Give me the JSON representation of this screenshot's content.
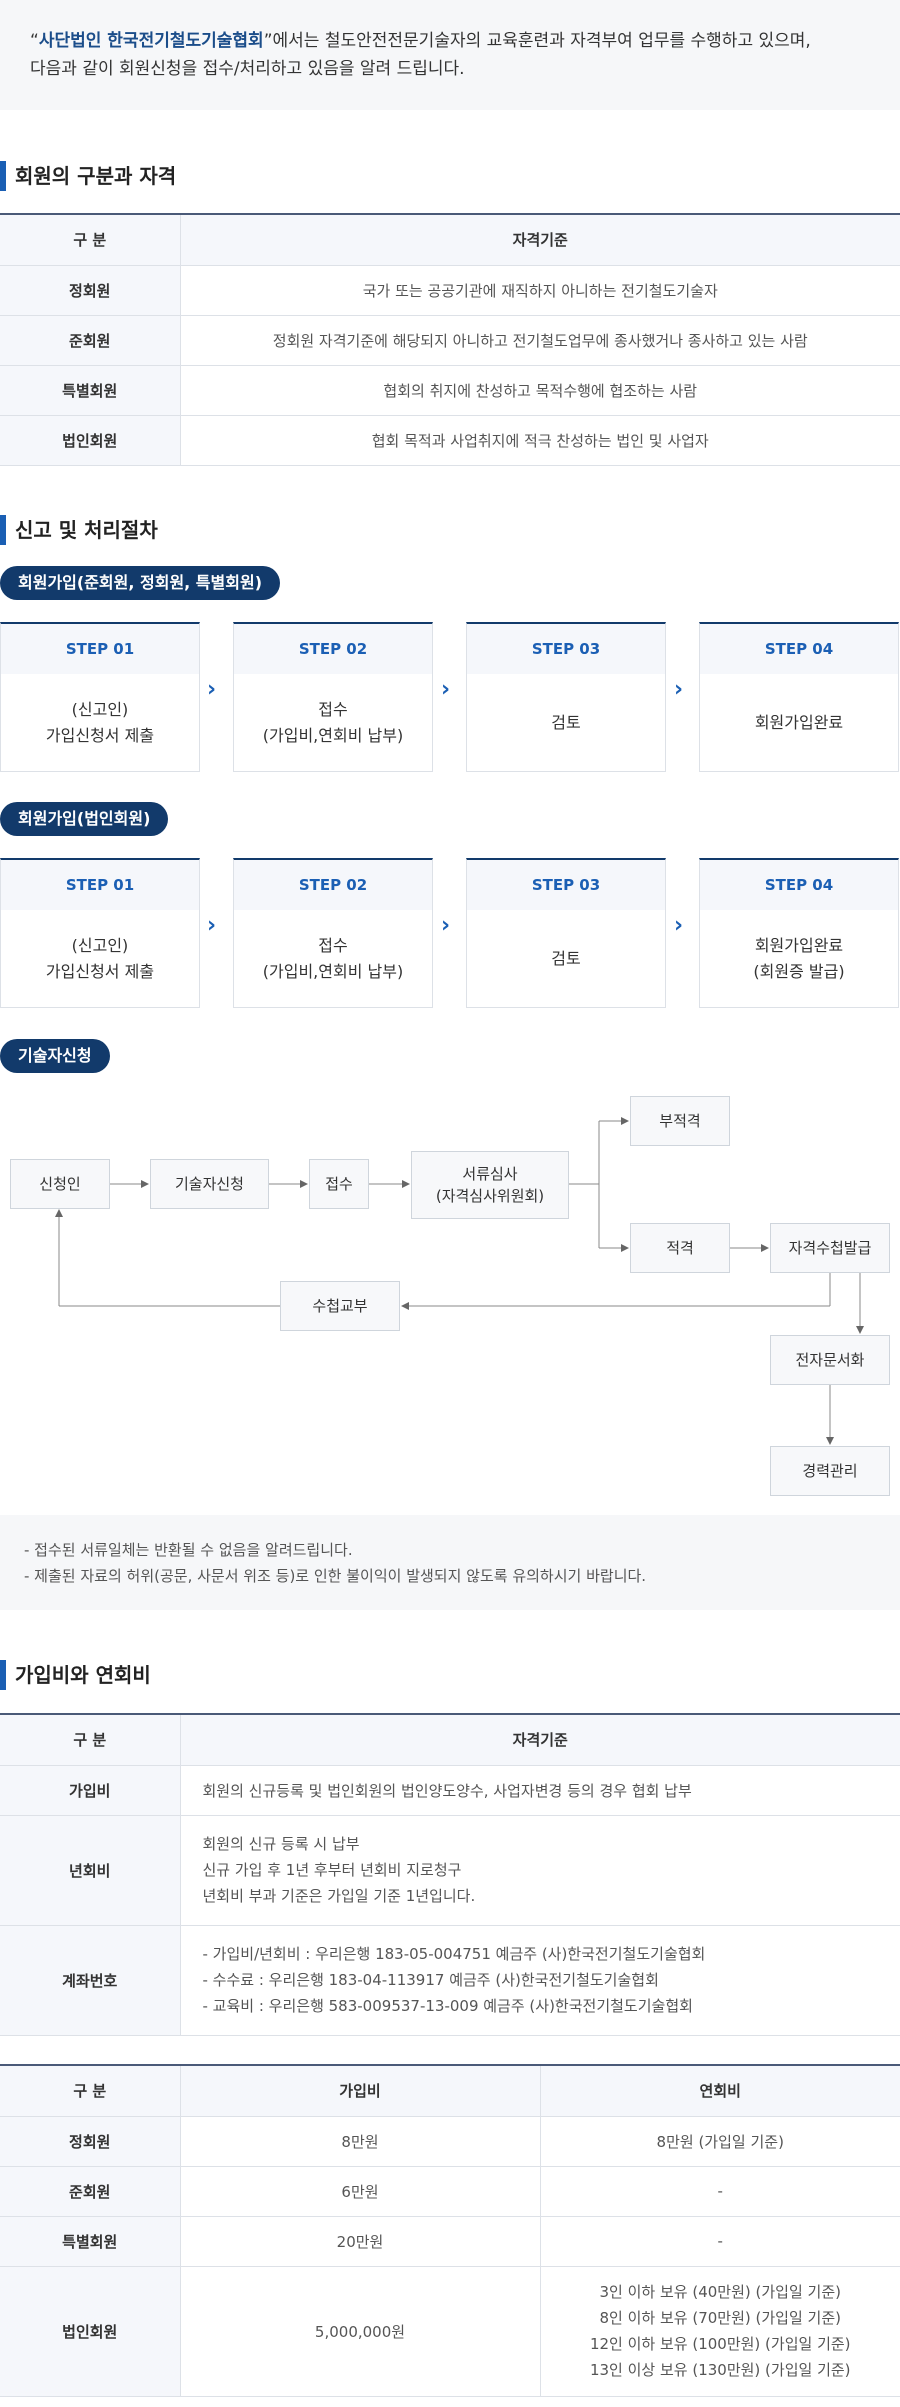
{
  "intro": {
    "quote_open": "“",
    "org": "사단법인 한국전기철도기술협회",
    "line1_rest": "”에서는 철도안전전문기술자의 교육훈련과 자격부여 업무를 수행하고 있으며,",
    "line2": "다음과 같이 회원신청을 접수/처리하고 있음을 알려 드립니다."
  },
  "membership": {
    "title": "회원의 구분과 자격",
    "headers": [
      "구 분",
      "자격기준"
    ],
    "rows": [
      {
        "type": "정회원",
        "criteria": "국가 또는 공공기관에 재직하지 아니하는 전기철도기술자"
      },
      {
        "type": "준회원",
        "criteria": "정회원 자격기준에 해당되지 아니하고 전기철도업무에 종사했거나 종사하고 있는 사람"
      },
      {
        "type": "특별회원",
        "criteria": "협회의 취지에 찬성하고 목적수행에 협조하는 사람"
      },
      {
        "type": "법인회원",
        "criteria": "협회 목적과 사업취지에 적극 찬성하는 법인 및 사업자"
      }
    ]
  },
  "procedure": {
    "title": "신고 및 처리절차",
    "group1": {
      "label": "회원가입(준회원, 정회원, 특별회원)",
      "steps": [
        {
          "head": "STEP 01",
          "body": "(신고인)\n가입신청서 제출"
        },
        {
          "head": "STEP 02",
          "body": "접수\n(가입비,연회비 납부)"
        },
        {
          "head": "STEP 03",
          "body": "검토"
        },
        {
          "head": "STEP 04",
          "body": "회원가입완료"
        }
      ]
    },
    "group2": {
      "label": "회원가입(법인회원)",
      "steps": [
        {
          "head": "STEP 01",
          "body": "(신고인)\n가입신청서 제출"
        },
        {
          "head": "STEP 02",
          "body": "접수\n(가입비,연회비 납부)"
        },
        {
          "head": "STEP 03",
          "body": "검토"
        },
        {
          "head": "STEP 04",
          "body": "회원가입완료\n(회원증 발급)"
        }
      ]
    },
    "group3": {
      "label": "기술자신청",
      "flow": {
        "applicant": "신청인",
        "tech_apply": "기술자신청",
        "receipt": "접수",
        "review": "서류심사\n(자격심사위원회)",
        "fail": "부적격",
        "pass": "적격",
        "issue": "자격수첩발급",
        "deliver": "수첩교부",
        "digitize": "전자문서화",
        "career": "경력관리"
      }
    },
    "notes": [
      "- 접수된 서류일체는 반환될 수 없음을 알려드립니다.",
      "- 제출된 자료의 허위(공문, 사문서 위조 등)로 인한 불이익이 발생되지 않도록 유의하시기 바랍니다."
    ]
  },
  "fees": {
    "title": "가입비와 연회비",
    "headers": [
      "구 분",
      "자격기준"
    ],
    "join_label": "가입비",
    "join_text": "회원의 신규등록 및 법인회원의 법인양도양수, 사업자변경 등의 경우 협회 납부",
    "annual_label": "년회비",
    "annual_lines": [
      "회원의 신규 등록 시 납부",
      "신규 가입 후 1년 후부터 년회비 지로청구",
      "년회비 부과 기준은 가입일 기준 1년입니다."
    ],
    "account_label": "계좌번호",
    "account_lines": [
      "- 가입비/년회비 : 우리은행 183-05-004751 예금주 (사)한국전기철도기술협회",
      "- 수수료 : 우리은행 183-04-113917 예금주 (사)한국전기철도기술협회",
      "- 교육비 : 우리은행 583-009537-13-009 예금주 (사)한국전기철도기술협회"
    ]
  },
  "fee_table": {
    "headers": [
      "구 분",
      "가입비",
      "연회비"
    ],
    "rows": [
      {
        "type": "정회원",
        "join": "8만원",
        "annual": "8만원 (가입일 기준)"
      },
      {
        "type": "준회원",
        "join": "6만원",
        "annual": "-"
      },
      {
        "type": "특별회원",
        "join": "20만원",
        "annual": "-"
      }
    ],
    "corp": {
      "type": "법인회원",
      "join": "5,000,000원",
      "annual_lines": [
        "3인 이하 보유 (40만원) (가입일 기준)",
        "8인 이하 보유 (70만원) (가입일 기준)",
        "12인 이하 보유 (100만원) (가입일 기준)",
        "13인 이상 보유 (130만원) (가입일 기준)"
      ]
    }
  }
}
